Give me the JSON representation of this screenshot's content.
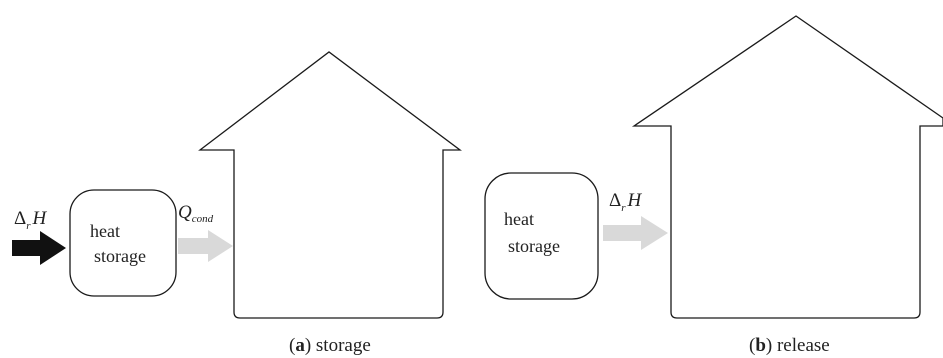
{
  "panel_a": {
    "input_label": {
      "delta": "Δ",
      "sub": "r",
      "var": "H"
    },
    "box_line1": "heat",
    "box_line2": "storage",
    "output_label": {
      "var": "Q",
      "sub": "cond"
    },
    "caption_letter": "a",
    "caption_text": " storage"
  },
  "panel_b": {
    "box_line1": "heat",
    "box_line2": "storage",
    "output_label": {
      "delta": "Δ",
      "sub": "r",
      "var": "H"
    },
    "caption_letter": "b",
    "caption_text": " release"
  },
  "colors": {
    "outline": "#1a1a1a",
    "input_arrow": "#111111",
    "output_arrow": "#d9d9d9"
  }
}
